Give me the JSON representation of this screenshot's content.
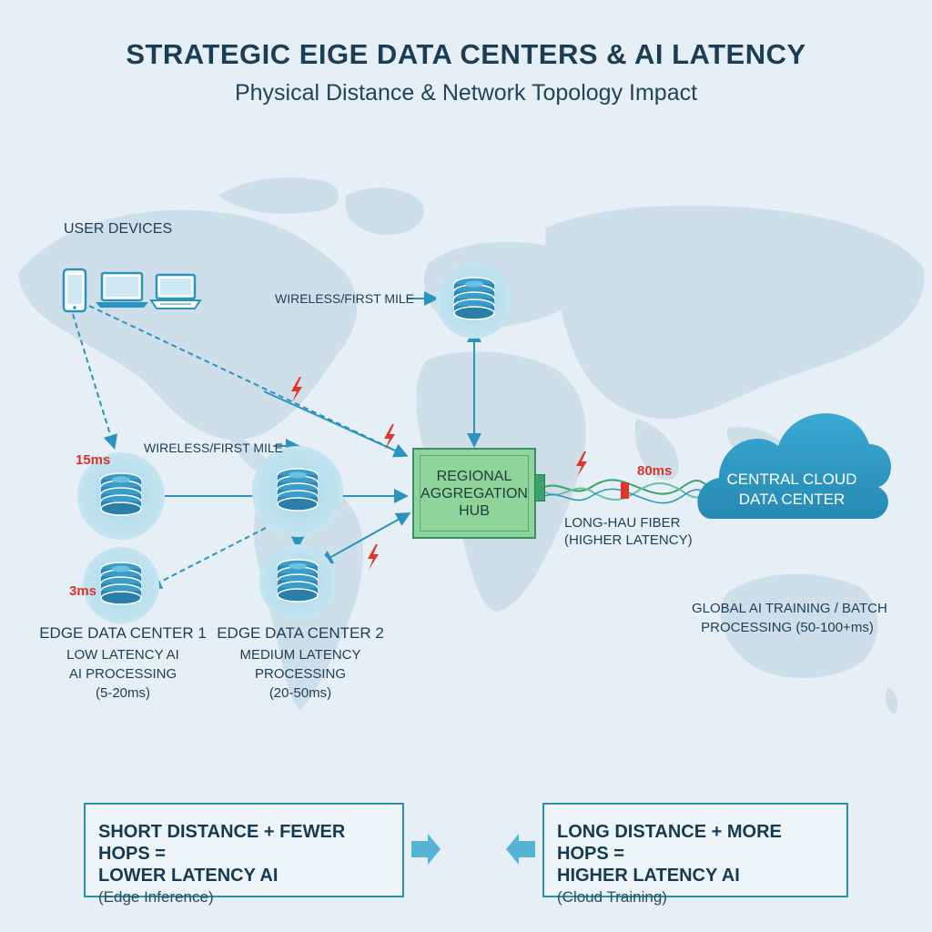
{
  "header": {
    "title": "STRATEGIC EIGE DATA CENTERS & AI LATENCY",
    "subtitle": "Physical Distance & Network Topology Impact"
  },
  "user_devices": {
    "label": "USER DEVICES"
  },
  "links": {
    "wireless_top": "WIRELESS/FIRST MILE",
    "wireless_left": "WIRELESS/FIRST MILE",
    "fiber_line1": "LONG-HAU FIBER",
    "fiber_line2": "(HIGHER LATENCY)"
  },
  "latencies": {
    "edge1_top": "15ms",
    "edge1_bottom": "3ms",
    "fiber": "80ms"
  },
  "hub": {
    "line1": "REGIONAL",
    "line2": "AGGREGATION",
    "line3": "HUB"
  },
  "edge1": {
    "title": "EDGE DATA CENTER 1",
    "line1": "LOW LATENCY AI",
    "line2": "AI PROCESSING",
    "line3": "(5-20ms)"
  },
  "edge2": {
    "title": "EDGE DATA CENTER 2",
    "line1": "MEDIUM LATENCY",
    "line2": "PROCESSING",
    "line3": "(20-50ms)"
  },
  "cloud": {
    "line1": "CENTRAL CLOUD",
    "line2": "DATA CENTER",
    "note1": "GLOBAL AI TRAINING / BATCH",
    "note2": "PROCESSING (50-100+ms)"
  },
  "summary_left": {
    "line1": "SHORT DISTANCE + FEWER HOPS =",
    "line2": "LOWER LATENCY AI",
    "line3": "(Edge Inference)"
  },
  "summary_right": {
    "line1": "LONG DISTANCE + MORE HOPS =",
    "line2": "HIGHER LATENCY AI",
    "line3": "(Cloud Training)"
  },
  "colors": {
    "background": "#e6eff5",
    "map": "#cfdfea",
    "accent": "#2d9bc4",
    "hub": "#8fd49a",
    "latency_red": "#d9342b",
    "cloud": "#2f9dc6"
  }
}
